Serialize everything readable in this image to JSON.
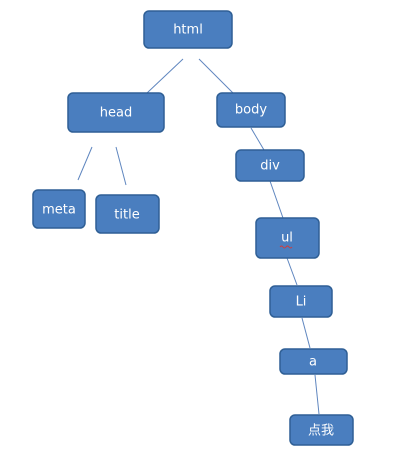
{
  "tree": {
    "nodes": {
      "html": "html",
      "head": "head",
      "body": "body",
      "meta": "meta",
      "title": "title",
      "div": "div",
      "ul": "ul",
      "li": "Li",
      "a": "a",
      "leaf": "点我"
    }
  },
  "colors": {
    "node_fill": "#4a7ebf",
    "node_border": "#2f5f95",
    "node_text": "#ffffff",
    "edge": "#5f86bf",
    "spellcheck_underline": "#d33b3b"
  }
}
